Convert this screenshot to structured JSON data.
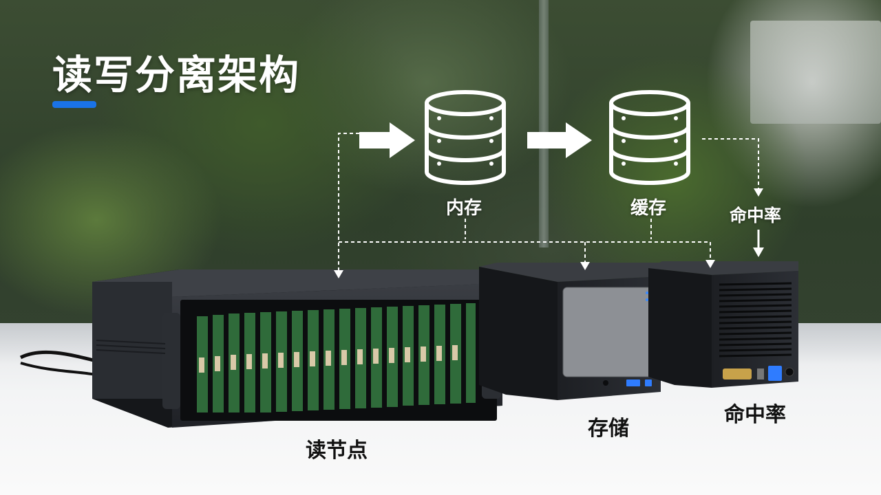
{
  "title": "读写分离架构",
  "diagram": {
    "memory_label": "内存",
    "cache_label": "缓存",
    "hitrate_label": "命中率"
  },
  "devices": {
    "read_node_label": "读节点",
    "storage_label": "存储",
    "hitrate_label": "命中率"
  },
  "colors": {
    "accent": "#1a73e8",
    "icon_stroke": "#ffffff",
    "label_dark": "#111111"
  }
}
